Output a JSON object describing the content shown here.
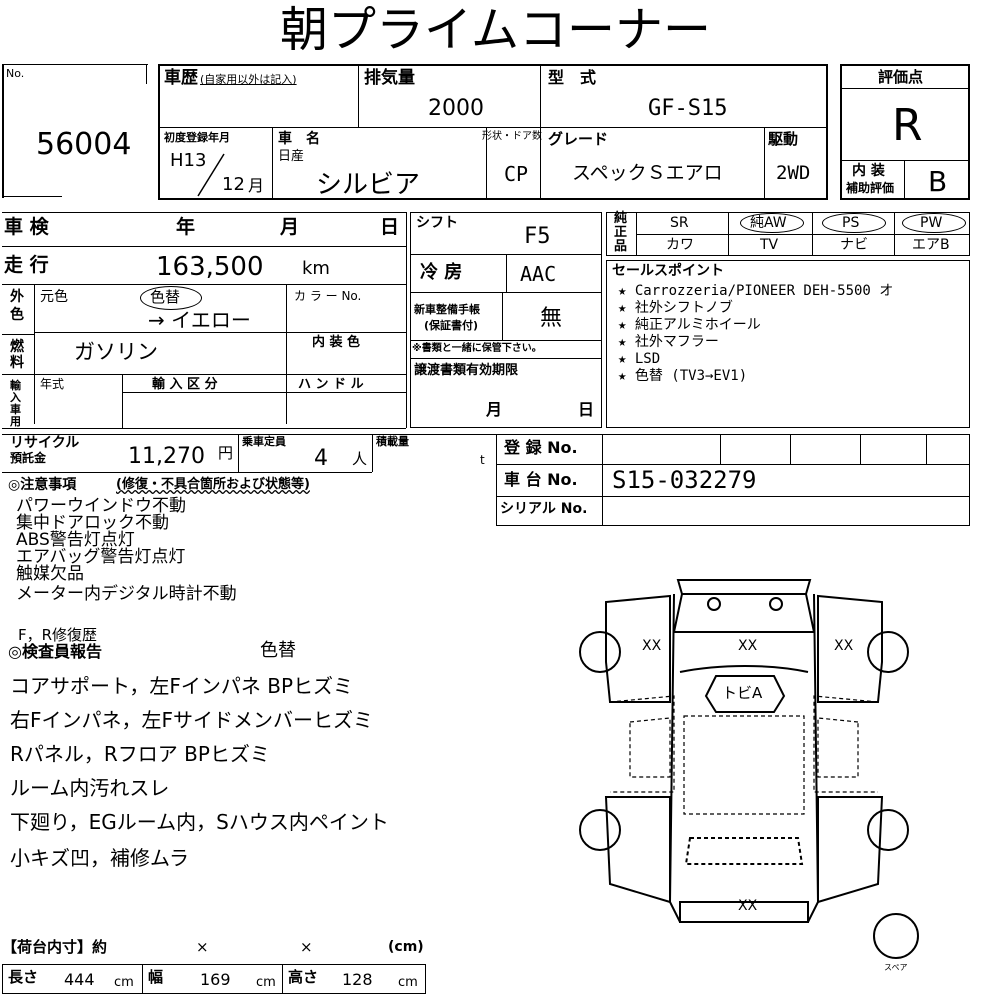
{
  "title": "朝プライムコーナー",
  "header": {
    "no_label": "No.",
    "no_value": "56004",
    "history_label": "車歴",
    "history_note": "(自家用以外は記入)",
    "displacement_label": "排気量",
    "displacement_value": "2000",
    "model_label": "型　式",
    "model_value": "GF-S15",
    "score_label": "評価点",
    "score_value": "R",
    "first_reg_label": "初度登録年月",
    "first_reg_year": "H13",
    "first_reg_month": "12",
    "month_unit": "月",
    "car_name_label": "車　名",
    "maker": "日産",
    "car_name": "シルビア",
    "body_label": "形状・ドア数",
    "body_value": "CP",
    "grade_label": "グレード",
    "grade_value": "スペックＳエアロ",
    "drive_label": "駆動",
    "drive_value": "2WD",
    "interior_label_1": "内 装",
    "interior_label_2": "補助評価",
    "interior_value": "B"
  },
  "left": {
    "inspection_label": "車 検",
    "year_unit": "年",
    "month_unit": "月",
    "day_unit": "日",
    "mileage_label": "走 行",
    "mileage_value": "163,500",
    "mileage_unit": "km",
    "exterior_label_1": "外",
    "exterior_label_2": "色",
    "original_color_label": "元色",
    "repaint_label": "色替",
    "arrow_color": "→ イエロー",
    "color_no_label": "カ ラ ー No.",
    "fuel_label_1": "燃",
    "fuel_label_2": "料",
    "fuel_value": "ガソリン",
    "interior_color_label": "内 装 色",
    "import_label_1": "輸",
    "import_label_2": "入",
    "import_label_3": "車",
    "import_label_4": "用",
    "import_year_label": "年式",
    "import_type_label": "輸 入 区 分",
    "handle_label": "ハ ン ド ル",
    "recycle_label_1": "リサイクル",
    "recycle_label_2": "預託金",
    "recycle_value": "11,270",
    "yen": "円",
    "capacity_label": "乗車定員",
    "capacity_value": "4",
    "person_unit": "人",
    "load_label": "積載量",
    "load_unit": "t"
  },
  "middle": {
    "shift_label": "シフト",
    "shift_value": "F5",
    "ac_label": "冷 房",
    "ac_value": "AAC",
    "service_label_1": "新車整備手帳",
    "service_label_2": "(保証書付)",
    "service_value": "無",
    "service_note": "※書類と一緒に保管下さい。",
    "docs_label": "譲渡書類有効期限",
    "month_unit": "月",
    "day_unit": "日"
  },
  "equipment": {
    "label_1": "純",
    "label_2": "正",
    "label_3": "品",
    "top": [
      "SR",
      "純AW",
      "PS",
      "PW"
    ],
    "bottom": [
      "カワ",
      "TV",
      "ナビ",
      "エアB"
    ]
  },
  "sales": {
    "title": "セールスポイント",
    "items": [
      "★ Carrozzeria/PIONEER DEH-5500 オ",
      "★ 社外シフトノブ",
      "★ 純正アルミホイール",
      "★ 社外マフラー",
      "★ LSD",
      "★ 色替 (TV3→EV1)"
    ]
  },
  "registration": {
    "reg_label": "登 録 No.",
    "chassis_label": "車 台 No.",
    "chassis_value": "S15-032279",
    "serial_label": "シリアル No."
  },
  "notes": {
    "title": "◎注意事項",
    "subtitle": "(修復・不具合箇所および状態等)",
    "lines": [
      "パワーウインドウ不動",
      "集中ドアロック不動",
      "ABS警告灯点灯",
      "エアバッグ警告灯点灯",
      "触媒欠品",
      "メーター内デジタル時計不動"
    ],
    "repair_history": "F，R修復歴"
  },
  "inspector": {
    "title": "◎検査員報告",
    "repaint": "色替",
    "lines": [
      "コアサポート，左Fインパネ BPヒズミ",
      "右Fインパネ，左Fサイドメンバーヒズミ",
      "Rパネル，Rフロア BPヒズミ",
      "ルーム内汚れスレ",
      "下廻り，EGルーム内，Sハウス内ペイント",
      "小キズ凹，補修ムラ"
    ]
  },
  "cargo": {
    "title": "【荷台内寸】約",
    "times_1": "×",
    "times_2": "×",
    "unit_label": "(cm)",
    "length_label": "長さ",
    "length_value": "444",
    "width_label": "幅",
    "width_value": "169",
    "height_label": "高さ",
    "height_value": "128",
    "cm": "cm"
  },
  "diagram": {
    "mark_front_left": "XX",
    "mark_hood": "XX",
    "mark_front_right": "XX",
    "mark_roof": "トビA",
    "mark_rear": "XX",
    "spare_label": "スペア"
  }
}
